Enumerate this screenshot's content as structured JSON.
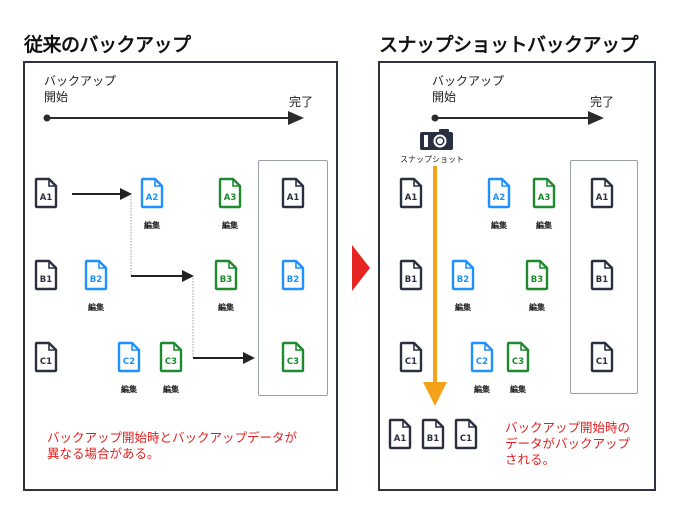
{
  "colors": {
    "original": "#2b3040",
    "edit1": "#1e90ff",
    "edit2": "#1e8a2e",
    "note": "#e02020",
    "snapshot_line": "#f5a21b",
    "divider_arrow": "#e52521"
  },
  "left": {
    "title": "従来のバックアップ",
    "timeline": {
      "start_line1": "バックアップ",
      "start_line2": "開始",
      "end": "完了"
    },
    "files": {
      "A1": "A1",
      "A2": "A2",
      "A3": "A3",
      "B1": "B1",
      "B2": "B2",
      "B3": "B3",
      "C1": "C1",
      "C2": "C2",
      "C3": "C3"
    },
    "edit_label": "編集",
    "result": [
      "A1",
      "B2",
      "C3"
    ],
    "note_line1": "バックアップ開始時とバックアップデータが",
    "note_line2": "異なる場合がある。"
  },
  "right": {
    "title": "スナップショットバックアップ",
    "timeline": {
      "start_line1": "バックアップ",
      "start_line2": "開始",
      "end": "完了"
    },
    "snapshot_label": "スナップショット",
    "camera_icon": "camera-icon",
    "files": {
      "A1": "A1",
      "A2": "A2",
      "A3": "A3",
      "B1": "B1",
      "B2": "B2",
      "B3": "B3",
      "C1": "C1",
      "C2": "C2",
      "C3": "C3"
    },
    "edit_label": "編集",
    "result": [
      "A1",
      "B1",
      "C1"
    ],
    "snapshot_files": [
      "A1",
      "B1",
      "C1"
    ],
    "note_line1": "バックアップ開始時の",
    "note_line2": "データがバックアップ",
    "note_line3": "される。"
  }
}
